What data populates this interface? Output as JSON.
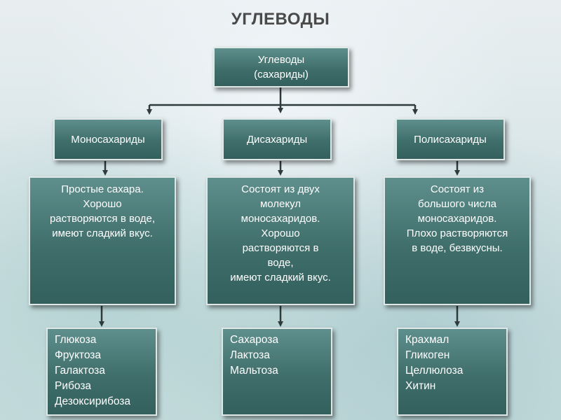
{
  "title": "УГЛЕВОДЫ",
  "root": {
    "line1": "Углеводы",
    "line2": "(сахариды)"
  },
  "categories": [
    {
      "name": "Моносахариды",
      "description": [
        "Простые сахара.",
        "Хорошо",
        "растворяются в воде,",
        "имеют сладкий вкус."
      ],
      "examples": [
        "Глюкоза",
        "Фруктоза",
        "Галактоза",
        "Рибоза",
        "Дезоксирибоза"
      ]
    },
    {
      "name": "Дисахариды",
      "description": [
        "Состоят из двух",
        "молекул",
        "моносахаридов.",
        "Хорошо",
        "растворяются в",
        "воде,",
        "имеют сладкий вкус."
      ],
      "examples": [
        "Сахароза",
        "Лактоза",
        "Мальтоза"
      ]
    },
    {
      "name": "Полисахариды",
      "description": [
        "Состоят из",
        "большого числа",
        "моносахаридов.",
        "Плохо растворяются",
        "в воде, безвкусны."
      ],
      "examples": [
        "Крахмал",
        "Гликоген",
        "Целлюлоза",
        "Хитин"
      ]
    }
  ]
}
